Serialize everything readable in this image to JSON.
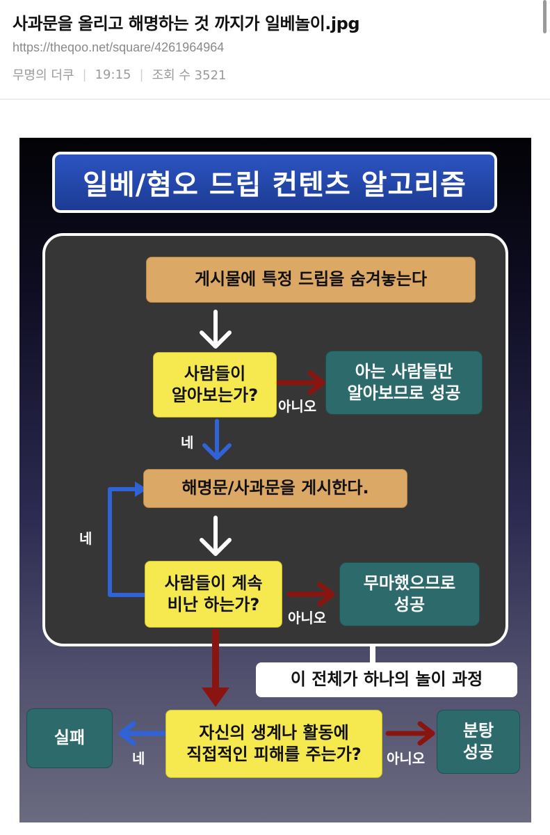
{
  "post": {
    "title": "사과문을 올리고 해명하는 것 까지가 일베놀이.jpg",
    "url": "https://theqoo.net/square/4261964964",
    "author": "무명의 더쿠",
    "time": "19:15",
    "views_label": "조회 수 3521",
    "separator": "|"
  },
  "poster": {
    "title": "일베/혐오 드립 컨텐츠 알고리즘",
    "step1": "게시물에 특정 드립을 숨겨놓는다",
    "q1": [
      "사람들이",
      "알아보는가?"
    ],
    "r1": [
      "아는 사람들만",
      "알아보므로 성공"
    ],
    "step2": "해명문/사과문을 게시한다.",
    "q2": [
      "사람들이 계속",
      "비난 하는가?"
    ],
    "r2": [
      "무마했으므로",
      "성공"
    ],
    "whole": "이 전체가 하나의 놀이 과정",
    "q3": [
      "자신의 생계나 활동에",
      "직접적인 피해를 주는가?"
    ],
    "fail": "실패",
    "success": [
      "분탕",
      "성공"
    ],
    "yes": "네",
    "no": "아니오"
  },
  "colors": {
    "accent_blue": "#2f63d6",
    "arrow_red": "#8a1410",
    "teal": "#2d6a6c",
    "yellow": "#f5e94f",
    "orange": "#dca866"
  },
  "icons": [
    "arrow-down-icon",
    "arrow-right-icon",
    "arrow-left-icon",
    "loop-arrow-icon"
  ]
}
